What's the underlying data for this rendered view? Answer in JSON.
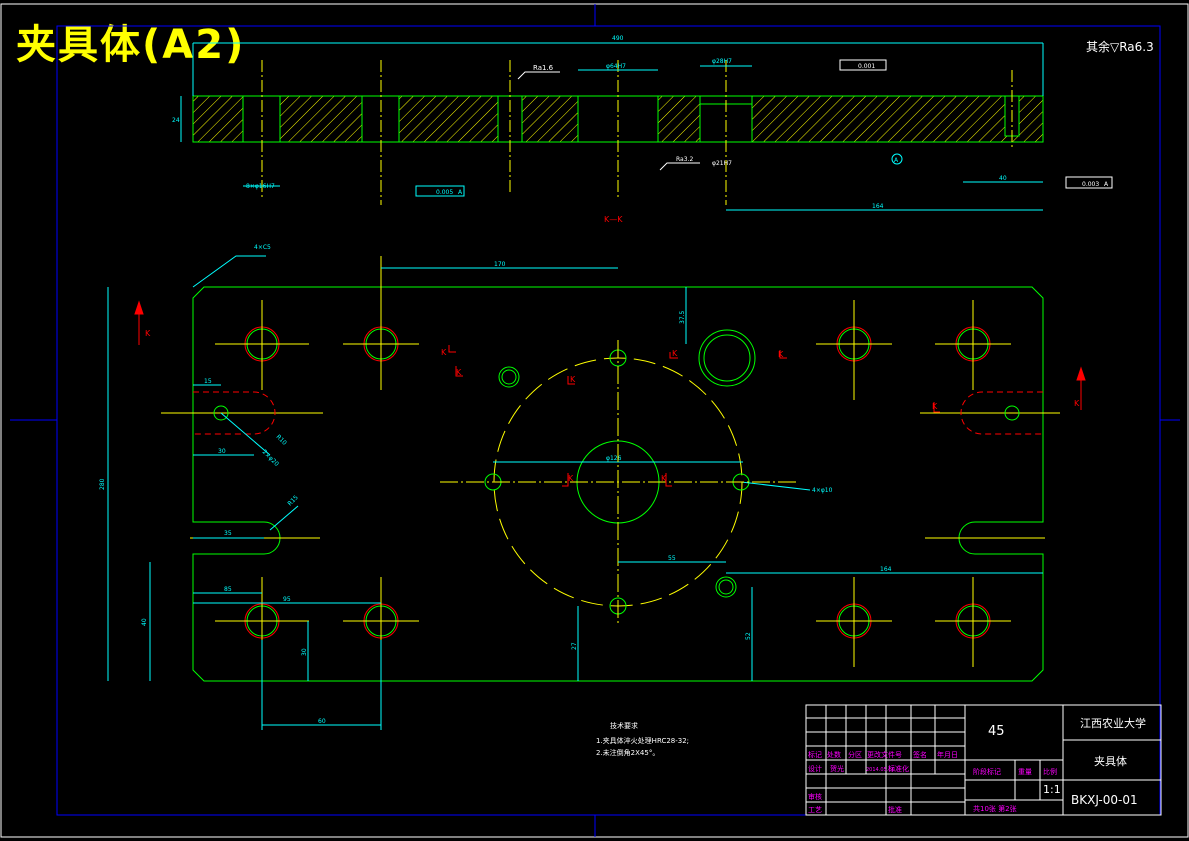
{
  "title": "夹具体(A2)",
  "surface_note": "其余▽Ra6.3",
  "section_label": "K—K",
  "dims": {
    "overall_top": "490",
    "thickness": "24",
    "left_hole": "8×φ16H7",
    "center_bore": "φ64H7",
    "right_bore": "φ28H7",
    "ra_top": "Ra1.6",
    "ra_mid": "Ra3.2",
    "bore_small": "φ21H7",
    "flat_left": "0.005",
    "flat_right": "0.001",
    "parallel": "0.003",
    "len_40": "40",
    "len_164": "164",
    "chamfer": "4×C5",
    "width_170": "170",
    "h_37_5": "37.5",
    "d_126": "φ126",
    "holes_4": "4×φ10",
    "r_15": "15",
    "r_30": "30",
    "r_10": "R10",
    "r_20": "2×φ20",
    "r_15b": "R15",
    "d_35": "35",
    "d_85": "85",
    "d_95": "95",
    "d_55": "55",
    "d_164b": "164",
    "h_280": "280",
    "h_40": "40",
    "h_30": "30",
    "h_27": "27",
    "h_52": "52",
    "w_60": "60"
  },
  "section_marks": [
    "K",
    "K",
    "K",
    "K",
    "K",
    "K",
    "K",
    "K",
    "K",
    "K",
    "K",
    "K"
  ],
  "datum": "A",
  "tech_req": {
    "heading": "技术要求",
    "line1": "1.夹具体淬火处理HRC28-32;",
    "line2": "2.未注倒角2X45°。"
  },
  "title_block": {
    "material": "45",
    "school": "江西农业大学",
    "part_name": "夹具体",
    "drawing_no": "BKXJ-00-01",
    "scale": "1:1",
    "sheets": "共10张 第2张",
    "row_labels": [
      "标记",
      "处数",
      "分区",
      "更改文件号",
      "签名",
      "年月日"
    ],
    "design": "设计",
    "designer": "贺光",
    "date": "2014.05.10",
    "standard": "标准化",
    "review": "审核",
    "process": "工艺",
    "approve": "批准",
    "stage": "阶段标记",
    "weight": "重量",
    "ratio": "比例"
  },
  "colors": {
    "outline": "#00ff00",
    "dimension": "#00ffff",
    "centerline": "#ffff00",
    "hatch": "#ffff00",
    "section": "#ff0000",
    "frame": "#0000ff",
    "titleblock_text": "#ff00ff",
    "banner": "#ffff00"
  }
}
